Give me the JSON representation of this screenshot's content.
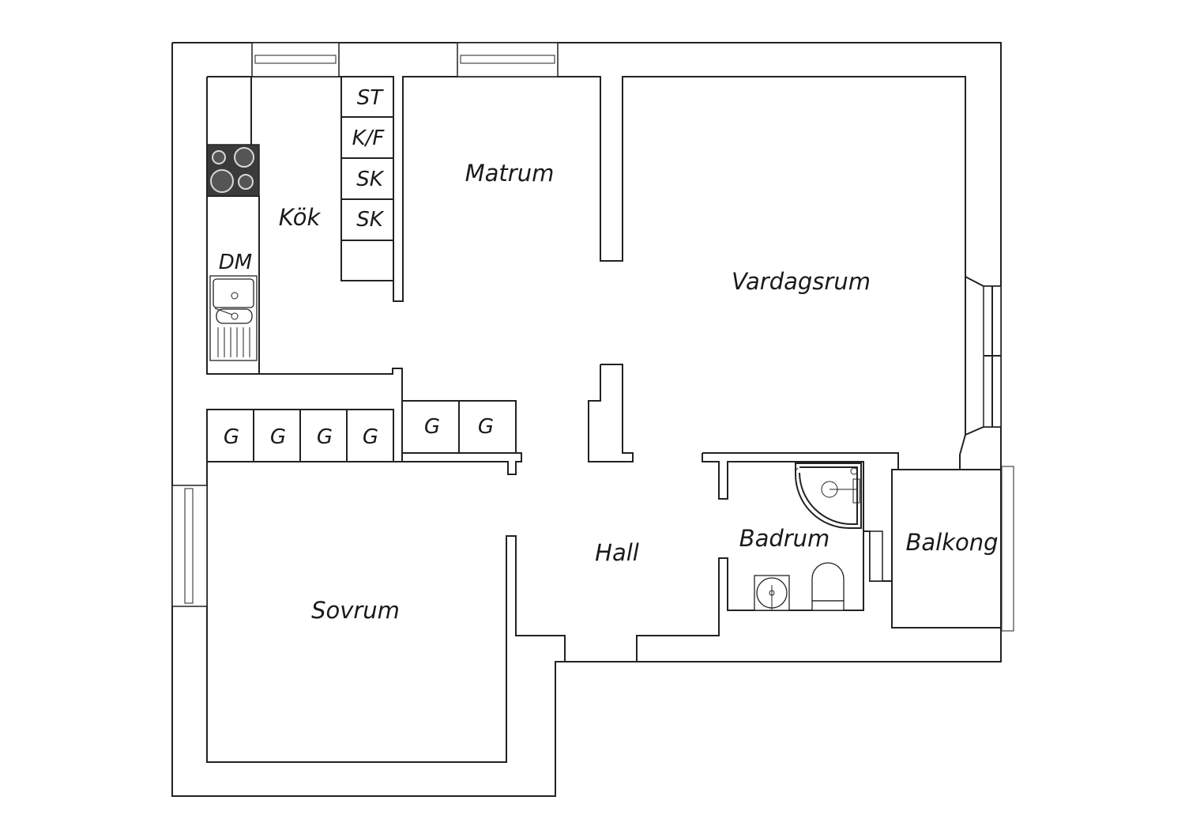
{
  "rooms": {
    "kitchen": "Kök",
    "dining": "Matrum",
    "living": "Vardagsrum",
    "bedroom": "Sovrum",
    "hall": "Hall",
    "bathroom": "Badrum",
    "balcony": "Balkong"
  },
  "fixtures": {
    "dishwasher": "DM",
    "oven": "ST",
    "fridge_freezer": "K/F",
    "cabinet_1": "SK",
    "cabinet_2": "SK"
  },
  "wardrobes": [
    "G",
    "G",
    "G",
    "G",
    "G",
    "G"
  ],
  "colors": {
    "wall": "#222222",
    "stove": "#3a3a3a",
    "background": "#ffffff"
  }
}
